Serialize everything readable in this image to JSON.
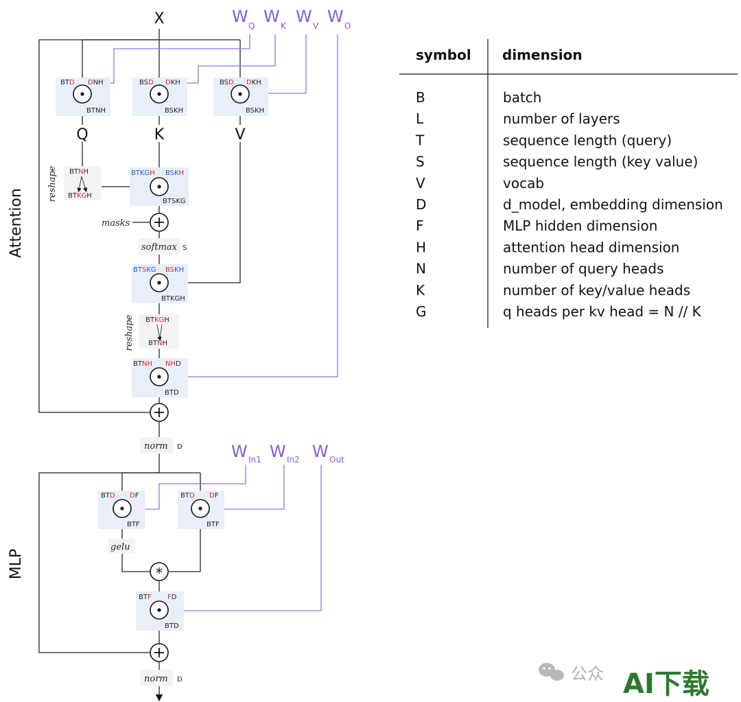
{
  "inputs": {
    "x": "X"
  },
  "weights": {
    "wq": "W",
    "wq_sub": "Q",
    "wk": "W",
    "wk_sub": "K",
    "wv": "W",
    "wv_sub": "V",
    "wo": "W",
    "wo_sub": "O",
    "win1": "W",
    "win1_sub": "In1",
    "win2": "W",
    "win2_sub": "In2",
    "wout": "W",
    "wout_sub": "Out"
  },
  "sections": {
    "attention": "Attention",
    "mlp": "MLP"
  },
  "qkv": {
    "q": "Q",
    "k": "K",
    "v": "V"
  },
  "ops": {
    "reshape1": "reshape",
    "reshape2": "reshape",
    "masks": "masks",
    "softmax": "softmax",
    "softmax_axis": "S",
    "norm1": "norm",
    "norm1_axis": "D",
    "norm2": "norm",
    "norm2_axis": "D",
    "gelu": "gelu",
    "plus": "+",
    "star": "*",
    "dot": "•"
  },
  "table": {
    "header_symbol": "symbol",
    "header_dimension": "dimension",
    "rows": [
      {
        "symbol": "B",
        "dimension": "batch"
      },
      {
        "symbol": "L",
        "dimension": "number of layers"
      },
      {
        "symbol": "T",
        "dimension": "sequence length (query)"
      },
      {
        "symbol": "S",
        "dimension": "sequence length (key value)"
      },
      {
        "symbol": "V",
        "dimension": "vocab"
      },
      {
        "symbol": "D",
        "dimension": "d_model, embedding dimension"
      },
      {
        "symbol": "F",
        "dimension": "MLP hidden dimension"
      },
      {
        "symbol": "H",
        "dimension": "attention head dimension"
      },
      {
        "symbol": "N",
        "dimension": "number of query heads"
      },
      {
        "symbol": "K",
        "dimension": "number of key/value heads"
      },
      {
        "symbol": "G",
        "dimension": "q heads per kv head = N // K"
      }
    ]
  },
  "watermark": {
    "wechat": "公众",
    "brand": "AI下载"
  }
}
